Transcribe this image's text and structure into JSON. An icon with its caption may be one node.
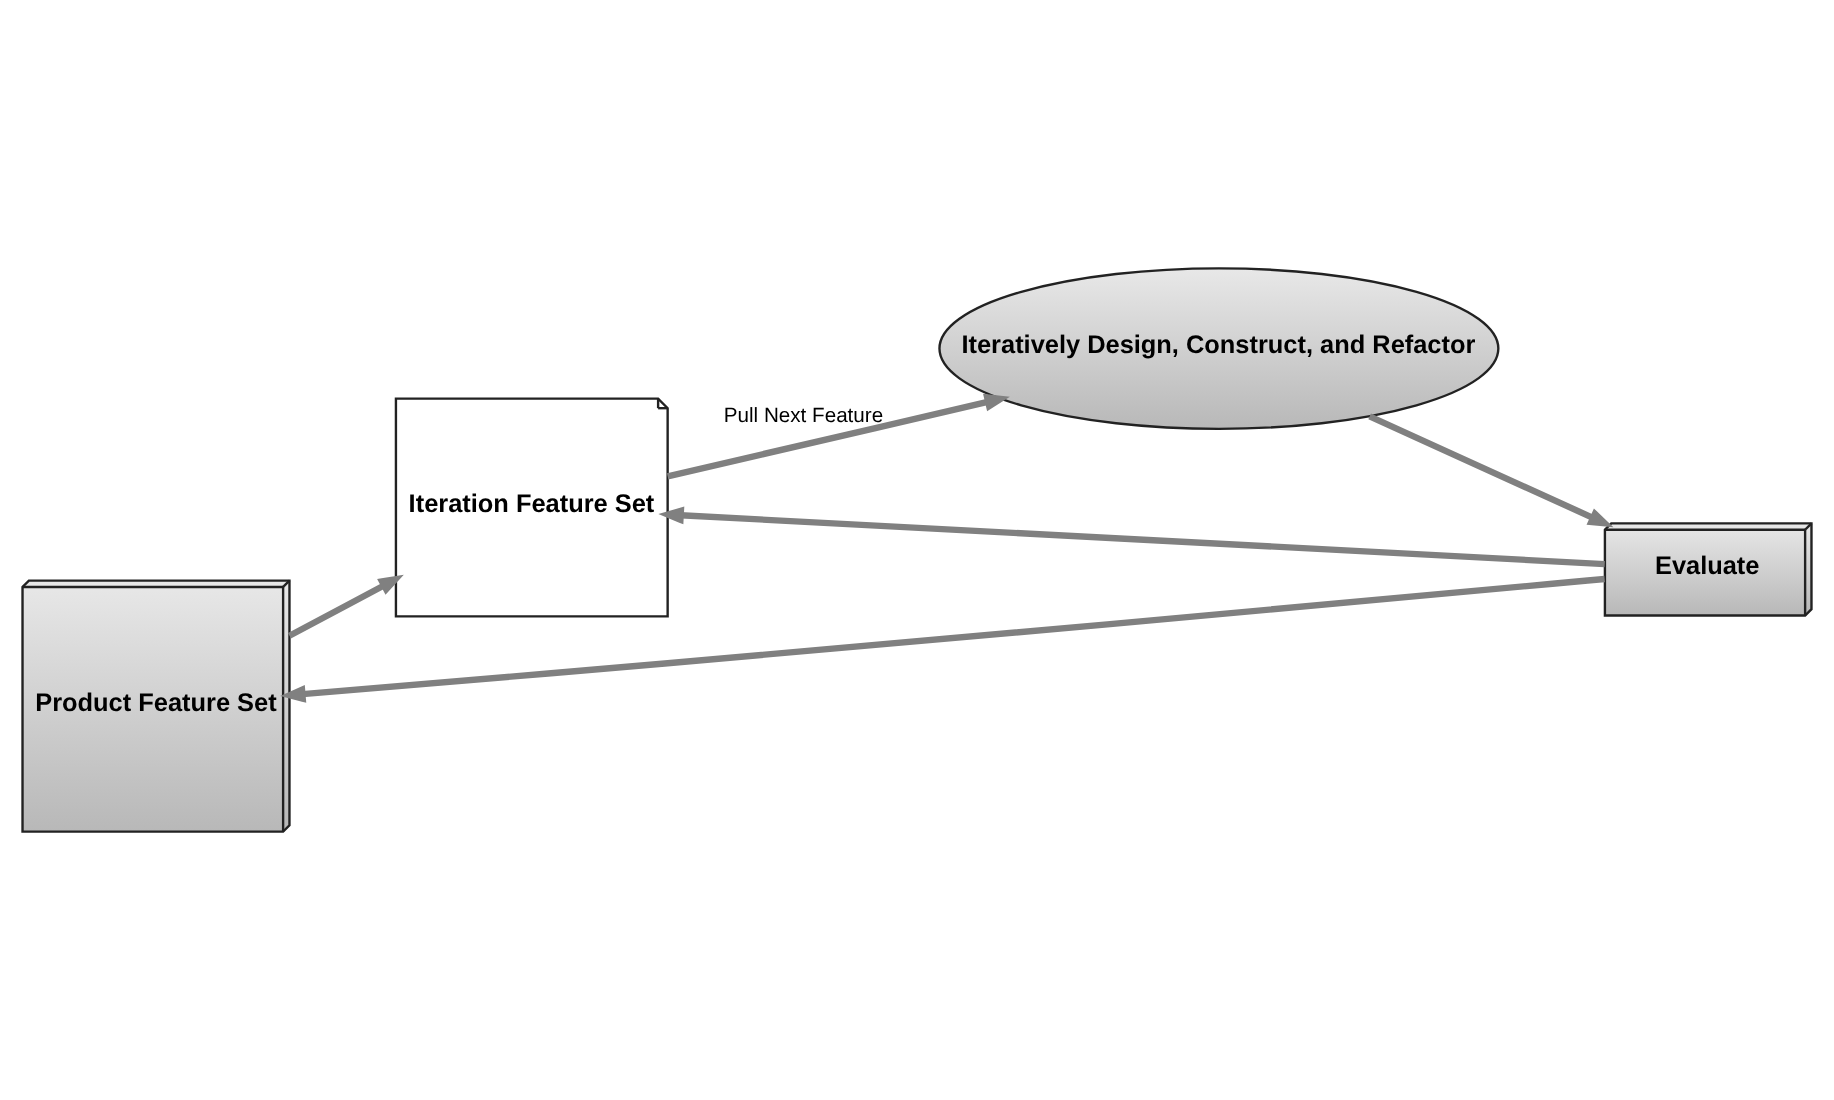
{
  "diagram": {
    "nodes": [
      {
        "text": [
          "Product Feature Set"
        ]
      },
      {
        "text": [
          "Iteration Feature Set"
        ]
      },
      {
        "text": [
          "Iteratively Design, Construct, and Refactor"
        ]
      },
      {
        "text": [
          "Evaluate"
        ]
      }
    ],
    "edges": [
      {
        "from": 0,
        "to": 1,
        "arrow": "to"
      },
      {
        "from": 1,
        "to": 2,
        "arrow": "to",
        "label": "Pull Next Feature"
      },
      {
        "from": 2,
        "to": 3,
        "arrow": "to"
      },
      {
        "from": 3,
        "to": 1,
        "arrow": "to"
      },
      {
        "from": 3,
        "to": 0,
        "arrow": "to"
      }
    ]
  }
}
